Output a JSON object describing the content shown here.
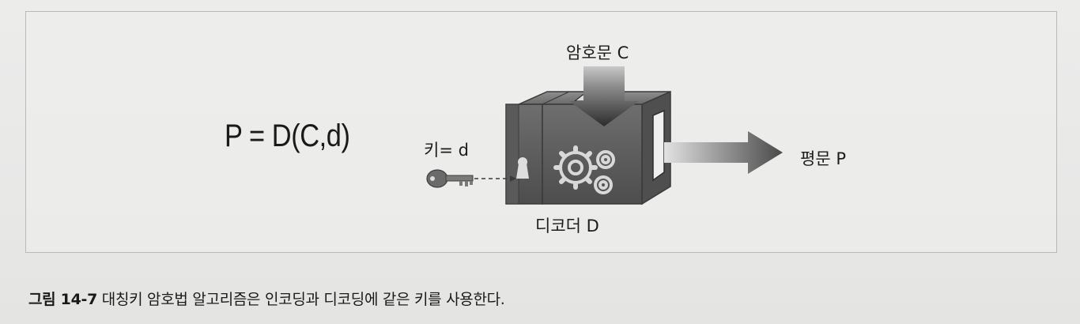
{
  "figure": {
    "formula": "P = D(C,d)",
    "ciphertext_label": "암호문 C",
    "key_label": "키= d",
    "plaintext_label": "평문 P",
    "decoder_label": "디코더 D"
  },
  "caption": {
    "label": "그림 14-7",
    "text": " 대칭키 암호법 알고리즘은 인코딩과 디코딩에 같은 키를 사용한다."
  }
}
